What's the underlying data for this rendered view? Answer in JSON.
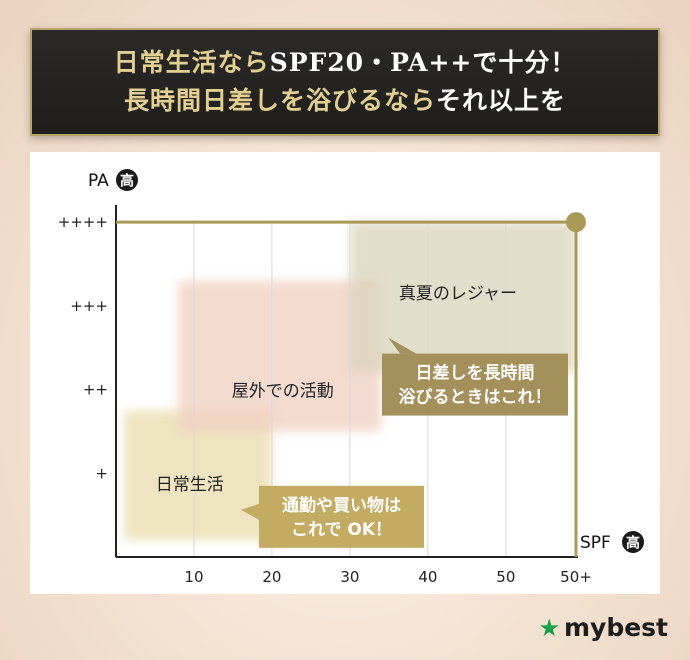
{
  "banner": {
    "line1_gold": "日常生活なら",
    "line1_white": "SPF20・PA++で十分！",
    "line2_gold": "長時間日差しを浴びるなら",
    "line2_white": "それ以上を"
  },
  "brand": {
    "logo_text": "mybest",
    "icon": "star-icon",
    "color": "#17a34a"
  },
  "chart_data": {
    "type": "scatter",
    "xlabel": "SPF",
    "ylabel": "PA",
    "axis_badge": "高",
    "x_ticks": [
      "10",
      "20",
      "30",
      "40",
      "50",
      "50+"
    ],
    "y_ticks": [
      "+",
      "++",
      "+++",
      "++++"
    ],
    "xlim": [
      0,
      59
    ],
    "ylim": [
      0,
      4.3
    ],
    "grid": "vertical",
    "max_point": {
      "x": 59,
      "y": 4
    },
    "max_line_color": "#a99a55",
    "regions": [
      {
        "label": "日常生活",
        "x_range": [
          1,
          20
        ],
        "y_range": [
          0.2,
          1.75
        ],
        "color": "#e9dcaa",
        "callout": [
          "通勤や買い物は",
          "これで OK！"
        ],
        "callout_color": "#c3ab61"
      },
      {
        "label": "屋外での活動",
        "x_range": [
          8,
          34
        ],
        "y_range": [
          1.5,
          3.3
        ],
        "color": "#f0cfc0",
        "callout": null,
        "callout_color": null
      },
      {
        "label": "真夏のレジャー",
        "x_range": [
          30,
          59
        ],
        "y_range": [
          2.2,
          4.0
        ],
        "color": "#d9d3bb",
        "callout": [
          "日差しを長時間",
          "浴びるときはこれ！"
        ],
        "callout_color": "#a4905b"
      }
    ]
  }
}
